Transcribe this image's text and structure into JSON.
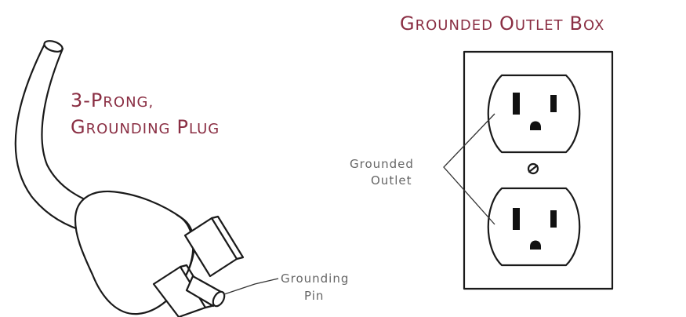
{
  "outlet_box": {
    "title_cap_1": "G",
    "title_rest_1": "ROUNDED",
    "title_cap_2": "O",
    "title_rest_2": "UTLET",
    "title_cap_3": "B",
    "title_rest_3": "OX"
  },
  "plug": {
    "line1_pre": "3-P",
    "line1_rest": "RONG,",
    "line2_cap_1": "G",
    "line2_rest_1": "ROUNDING",
    "line2_cap_2": "P",
    "line2_rest_2": "LUG"
  },
  "labels": {
    "grounded_outlet_line1": "Grounded",
    "grounded_outlet_line2": "Outlet",
    "grounding_pin_line1": "Grounding",
    "grounding_pin_line2": "Pin"
  },
  "colors": {
    "title_color": "#8a2e43",
    "callout_color": "#666666",
    "line_color": "#1a1a1a"
  }
}
